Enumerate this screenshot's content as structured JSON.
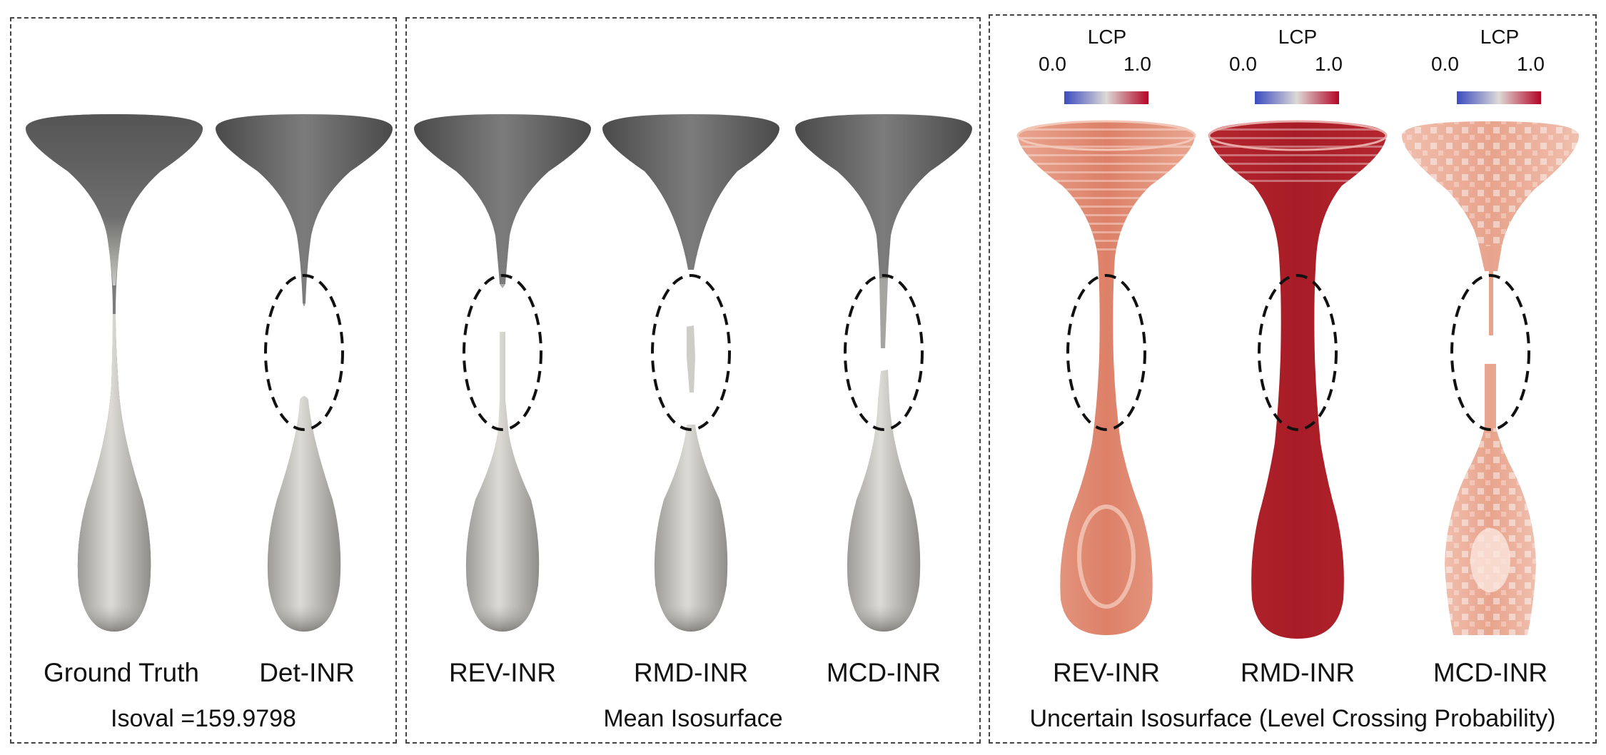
{
  "panels": [
    {
      "caption": "Isoval =159.9798",
      "labels": [
        "Ground Truth",
        "Det-INR"
      ]
    },
    {
      "caption": "Mean Isosurface",
      "labels": [
        "REV-INR",
        "RMD-INR",
        "MCD-INR"
      ]
    },
    {
      "caption": "Uncertain Isosurface (Level Crossing Probability)",
      "labels": [
        "REV-INR",
        "RMD-INR",
        "MCD-INR"
      ],
      "colorbars": [
        {
          "title": "LCP",
          "min": "0.0",
          "max": "1.0"
        },
        {
          "title": "LCP",
          "min": "0.0",
          "max": "1.0"
        },
        {
          "title": "LCP",
          "min": "0.0",
          "max": "1.0"
        }
      ]
    }
  ],
  "colors": {
    "surface_dark": "#5a5a5a",
    "surface_light": "#d4d3cd",
    "lcp_low": "#3b4cc0",
    "lcp_mid": "#ddd9d6",
    "lcp_high": "#b40426"
  }
}
